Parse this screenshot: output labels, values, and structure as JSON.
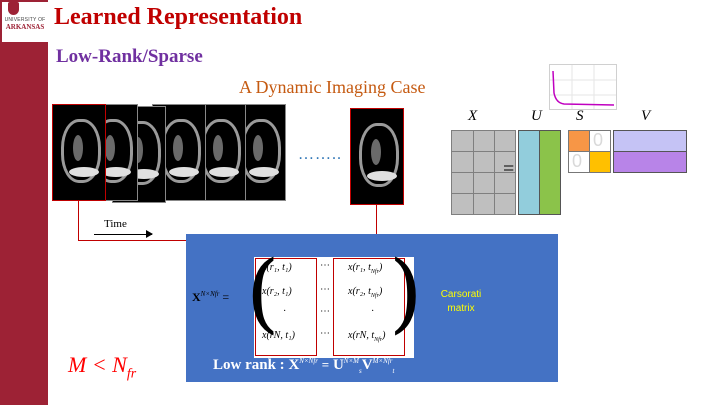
{
  "slide": {
    "title": "Learned Representation",
    "subtitle": "Low-Rank/Sparse",
    "case_title": "A Dynamic Imaging Case",
    "logo": {
      "university": "UNIVERSITY OF",
      "name": "ARKANSAS"
    },
    "dots": "……..",
    "time_label": "Time",
    "matrix": {
      "row1_a": "x(r₁, t₁)",
      "row1_b": "x(r₁, t",
      "row1_b_sub": "Nfr",
      "row2_a": "x(r₂, t₁)",
      "row2_b": "x(r₂, t",
      "row2_b_sub": "Nfr",
      "row4_a": "x(rN, t₁)",
      "row4_b": "x(rN, t",
      "row4_b_sub": "Nfr",
      "ellipsis": "⋯",
      "dot": "·",
      "lhs": "X",
      "lhs_sup": "N×Nfr",
      "eq": "="
    },
    "carsorati": {
      "line1": "Carsorati",
      "line2": "matrix"
    },
    "low_rank": {
      "label": "Low rank :",
      "x": "X",
      "x_sup": "N×Nfr",
      "eq": "=",
      "u": "U",
      "u_sup": "N×M",
      "u_sub": "s",
      "v": "V",
      "v_sup": "M×Nfr",
      "v_sub": "t"
    },
    "condition": "M < N",
    "condition_sub": "fr",
    "svd": {
      "x": "X",
      "u": "U",
      "s": "S",
      "v": "V",
      "eq": "=",
      "zero": "0"
    }
  },
  "colors": {
    "sidebar": "#9d2235",
    "title": "#c00000",
    "subtitle": "#7030a0",
    "case_title": "#c55a11",
    "panel": "#4472c4",
    "u_cols": [
      "#92cddc",
      "#8bc34a"
    ],
    "s_diag": [
      "#f79646",
      "#ffc000"
    ],
    "v_rows": [
      "#c5c3f5",
      "#b884e8"
    ],
    "curve": "#c000c0"
  },
  "icons": [
    "arkansas-logo-icon",
    "cardiac-frame-icon",
    "time-arrow-icon",
    "decay-curve-icon"
  ]
}
